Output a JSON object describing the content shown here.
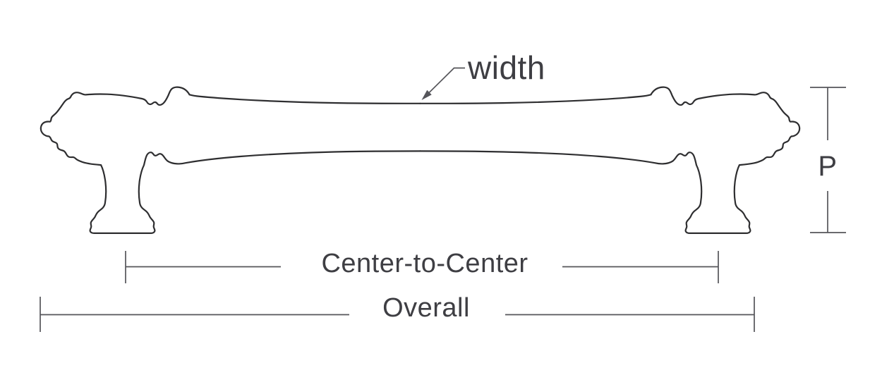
{
  "diagram": {
    "type": "technical-dimension-drawing",
    "labels": {
      "width": "width",
      "projection": "P",
      "center_to_center": "Center-to-Center",
      "overall": "Overall"
    },
    "colors": {
      "background": "#ffffff",
      "outline": "#2e2e30",
      "dimension_line": "#55555a",
      "label_text": "#3e3e43"
    }
  }
}
